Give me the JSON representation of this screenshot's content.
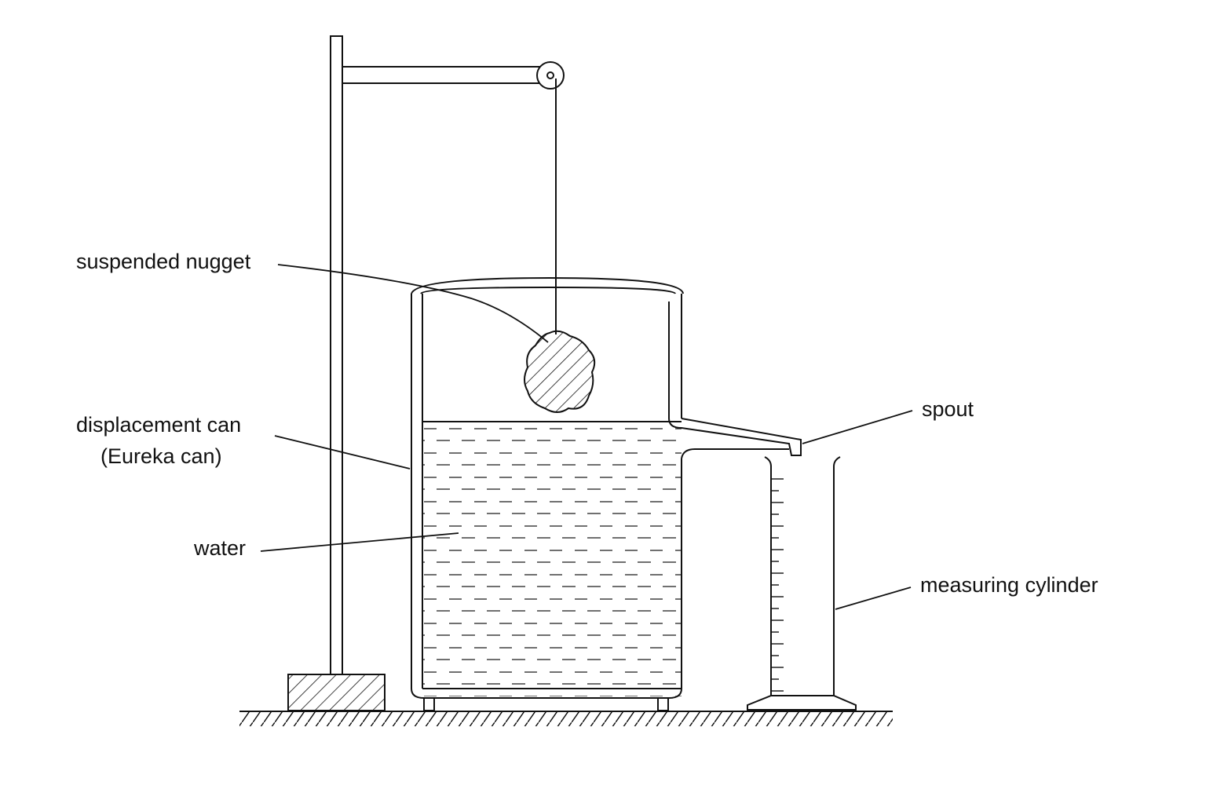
{
  "labels": {
    "nugget": "suspended nugget",
    "can_line1": "displacement can",
    "can_line2": "(Eureka can)",
    "water": "water",
    "spout": "spout",
    "cylinder": "measuring cylinder"
  },
  "colors": {
    "ink": "#111111",
    "background": "#ffffff"
  }
}
